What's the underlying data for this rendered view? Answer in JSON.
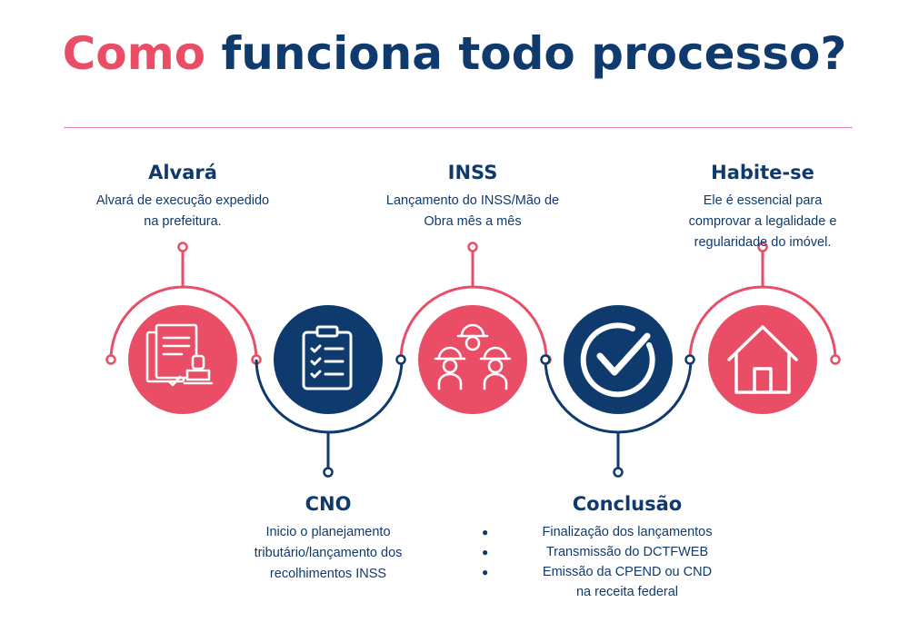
{
  "title": {
    "part1": "Como",
    "part2": "funciona todo processo?"
  },
  "colors": {
    "pink": "#e94e66",
    "navy": "#0f3a6e",
    "divider": "#e6889a"
  },
  "steps": [
    {
      "id": "alvara",
      "title": "Alvará",
      "desc_lines": [
        "Alvará de execução expedido",
        "na prefeitura."
      ],
      "icon": "document-stamp-icon",
      "color": "pink"
    },
    {
      "id": "cno",
      "title": "CNO",
      "desc_lines": [
        "Inicio o planejamento",
        "tributário/lançamento dos",
        "recolhimentos INSS"
      ],
      "icon": "clipboard-checklist-icon",
      "color": "navy"
    },
    {
      "id": "inss",
      "title": "INSS",
      "desc_lines": [
        "Lançamento do INSS/Mão de",
        "Obra mês a mês"
      ],
      "icon": "workers-helmet-icon",
      "color": "pink"
    },
    {
      "id": "conclusao",
      "title": "Conclusão",
      "bullets": [
        "Finalização dos lançamentos",
        "Transmissão do DCTFWEB",
        "Emissão da CPEND ou CND"
      ],
      "extra_line": "na receita federal",
      "icon": "check-circle-icon",
      "color": "navy"
    },
    {
      "id": "habite",
      "title": "Habite-se",
      "desc_lines": [
        "Ele é essencial para",
        "comprovar a legalidade e",
        "regularidade do imóvel."
      ],
      "icon": "house-icon",
      "color": "pink"
    }
  ]
}
